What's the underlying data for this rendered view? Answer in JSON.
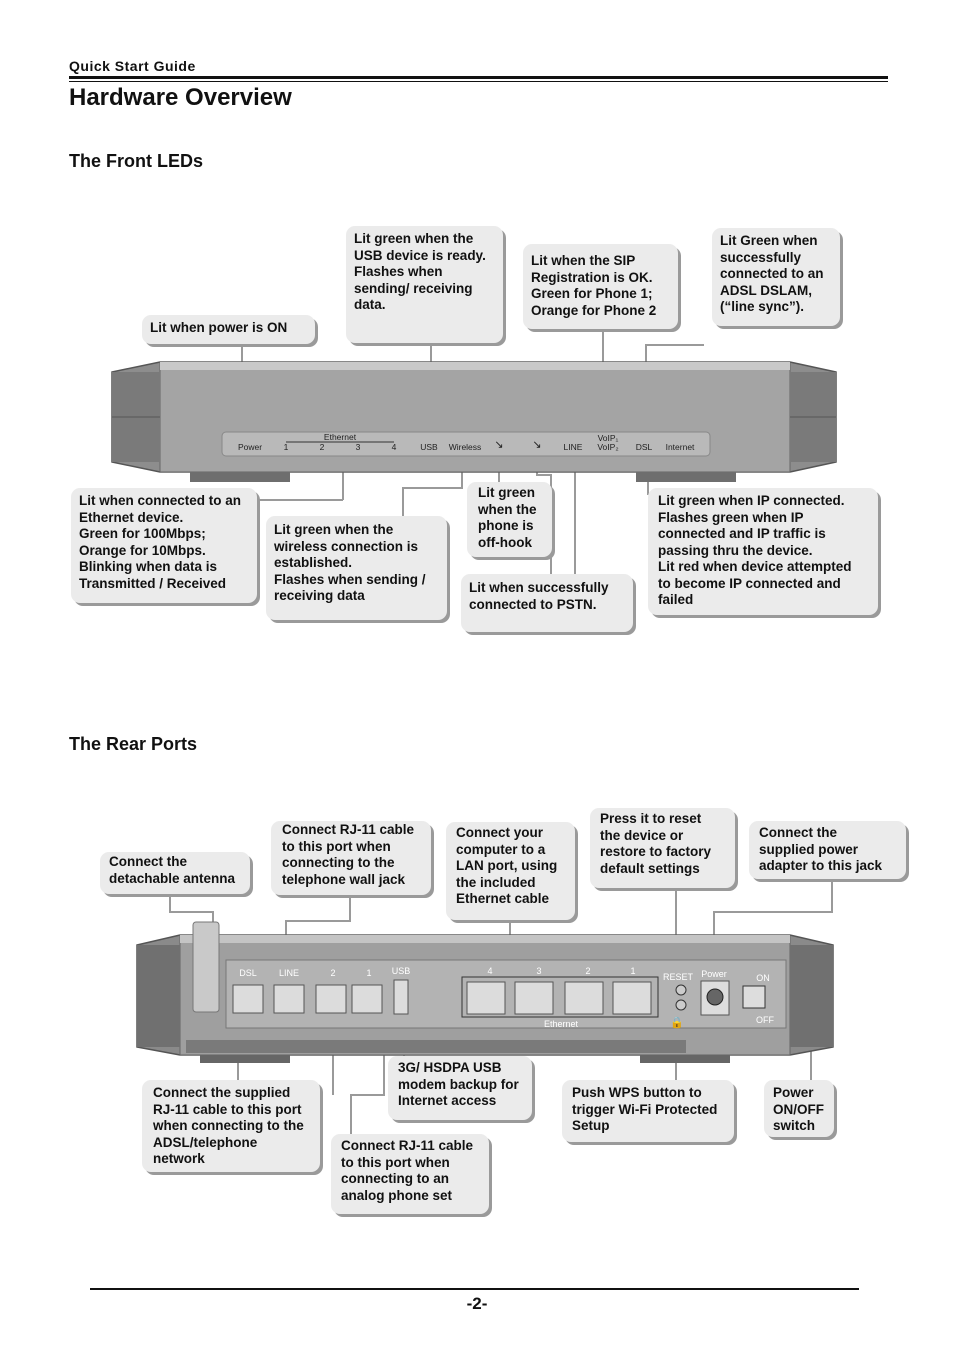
{
  "header": {
    "guide": "Quick  Start  Guide",
    "title": "Hardware Overview",
    "page_number": "-2-"
  },
  "front": {
    "heading": "The Front LEDs",
    "callouts": {
      "usb": "Lit green when the\nUSB device is ready.\nFlashes when\nsending/ receiving\ndata.",
      "sip": "Lit when the SIP\nRegistration is OK.\nGreen for Phone 1;\nOrange for Phone 2",
      "dsl": "Lit Green when\nsuccessfully\nconnected to an\nADSL DSLAM,\n(“line sync”).",
      "power": "Lit when power is ON",
      "ethernet": "Lit when connected to an\nEthernet device.\nGreen for 100Mbps;\nOrange for 10Mbps.\nBlinking when data is\nTransmitted / Received",
      "wireless": "Lit green when the\nwireless connection is\nestablished.\nFlashes when sending /\nreceiving data",
      "offhook": "Lit green\nwhen the\nphone is\noff-hook",
      "pstn": "Lit when successfully\nconnected to PSTN.",
      "internet": "Lit green when IP connected.\nFlashes green when IP\nconnected and IP traffic is\npassing thru the device.\nLit red when device attempted\nto become IP connected and\nfailed"
    },
    "labels": {
      "power": "Power",
      "p1": "1",
      "p2": "2",
      "p3": "3",
      "p4": "4",
      "ethernet": "Ethernet",
      "usb": "USB",
      "wireless": "Wireless",
      "line": "LINE",
      "voip1": "VoIP₁",
      "voip2": "VoIP₂",
      "dsl": "DSL",
      "internet": "Internet"
    }
  },
  "rear": {
    "heading": "The Rear Ports",
    "callouts": {
      "antenna": "Connect the\ndetachable antenna",
      "line": "Connect RJ-11 cable\nto this port when\nconnecting to the\ntelephone wall jack",
      "lan": "Connect your\ncomputer to a\nLAN port, using\nthe included\nEthernet cable",
      "reset": "Press it to reset\nthe device or\nrestore to factory\ndefault settings",
      "power_jack": "Connect the\nsupplied power\nadapter to this jack",
      "dsl": "Connect the supplied\nRJ-11 cable to this port\nwhen connecting to the\nADSL/telephone\nnetwork",
      "usb": "3G/ HSDPA USB\nmodem backup for\nInternet access",
      "phone": "Connect RJ-11 cable\nto this port when\nconnecting to an\nanalog phone set",
      "wps": "Push WPS button to\ntrigger Wi-Fi Protected\nSetup",
      "switch": "Power\nON/OFF\nswitch"
    },
    "labels": {
      "dsl": "DSL",
      "line": "LINE",
      "phone2": "2",
      "phone1": "1",
      "usb": "USB",
      "e4": "4",
      "e3": "3",
      "e2": "2",
      "e1": "1",
      "ethernet": "Ethernet",
      "reset": "RESET",
      "power": "Power",
      "on": "ON",
      "off": "OFF"
    }
  }
}
